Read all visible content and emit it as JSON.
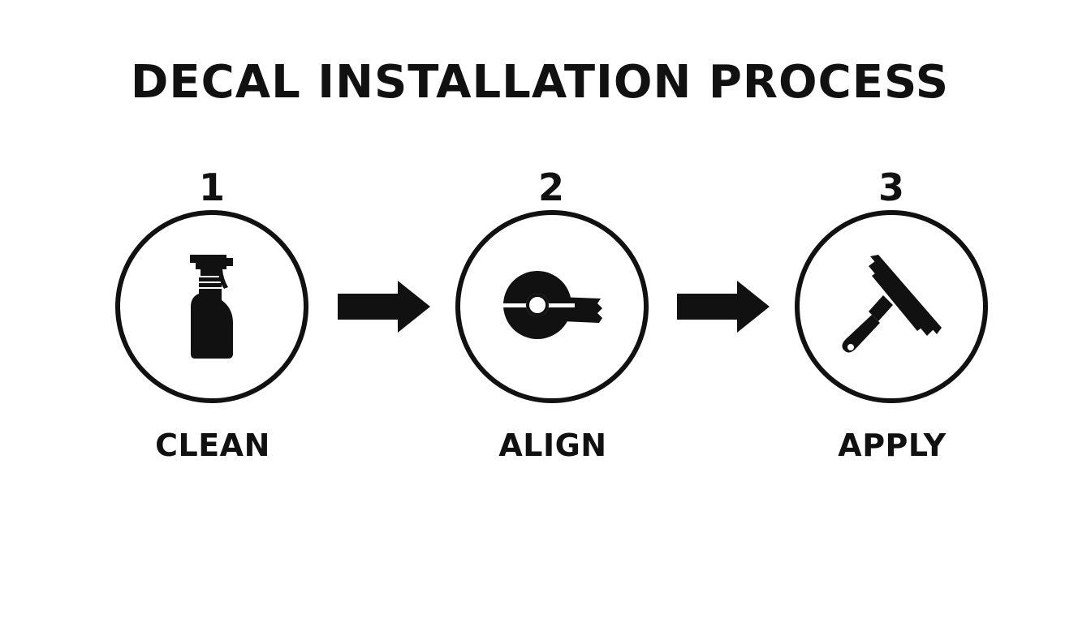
{
  "title": "DECAL INSTALLATION PROCESS",
  "steps": [
    {
      "number": "1",
      "label": "CLEAN",
      "icon": "spray-bottle-icon"
    },
    {
      "number": "2",
      "label": "ALIGN",
      "icon": "tape-roll-icon"
    },
    {
      "number": "3",
      "label": "APPLY",
      "icon": "squeegee-icon"
    }
  ],
  "colors": {
    "ink": "#111111",
    "background": "#ffffff"
  }
}
